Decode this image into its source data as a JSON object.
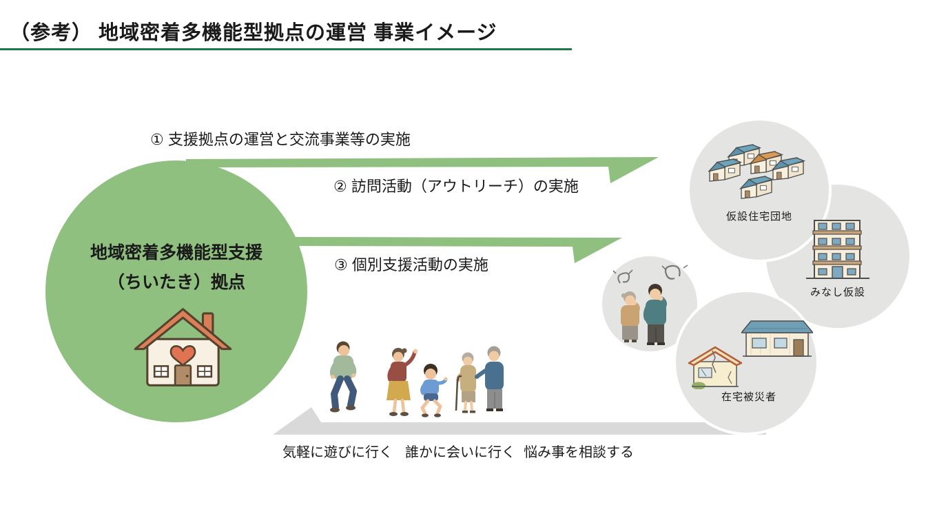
{
  "title": "（参考） 地域密着多機能型拠点の運営 事業イメージ",
  "hub": {
    "name_line1": "地域密着多機能型支援",
    "name_line2": "（ちいたき）拠点",
    "icon": "house-with-heart-icon"
  },
  "arrows": [
    {
      "label": "① 支援拠点の運営と交流事業等の実施"
    },
    {
      "label": "② 訪問活動（アウトリーチ）の実施"
    },
    {
      "label": "③ 個別支援活動の実施"
    }
  ],
  "destinations": [
    {
      "label": "仮設住宅団地",
      "icon": "temporary-housing-cluster-icon"
    },
    {
      "label": "みなし仮設",
      "icon": "apartment-building-icon"
    },
    {
      "label": "在宅被災者",
      "icon": "damaged-house-and-house-icon"
    },
    {
      "label_people": "worried-elderly-couple-icon"
    }
  ],
  "actions": [
    {
      "label": "気軽に遊びに行く",
      "icon": "walking-man-icon"
    },
    {
      "label": "誰かに会いに行く",
      "icon": "waving-woman-and-child-icon"
    },
    {
      "label": "悩み事を相談する",
      "icon": "elderly-couple-with-cane-icon"
    }
  ],
  "colors": {
    "accent_green": "#8fc07f",
    "underline_green": "#1d7a45",
    "circle_gray": "#e4e4e3",
    "road_gray": "#d9d9d9",
    "text": "#1a1a1a"
  }
}
